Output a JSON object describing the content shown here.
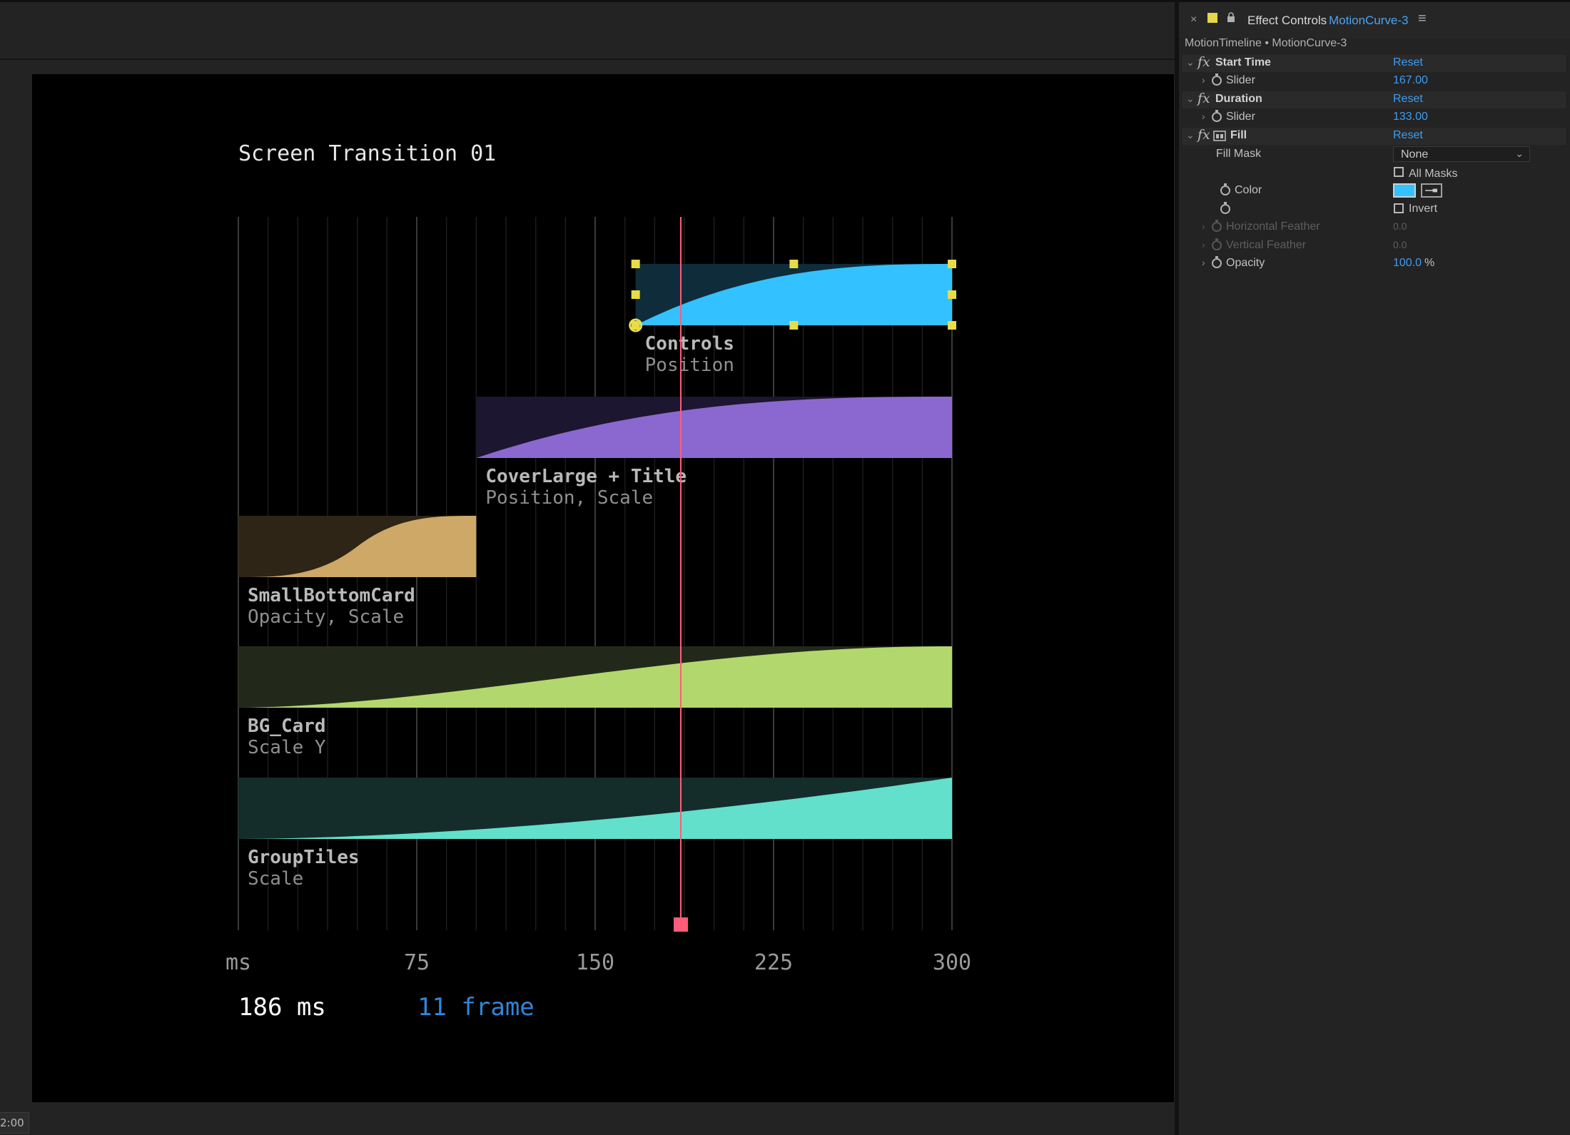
{
  "window": {
    "timecode": "2:00"
  },
  "panel": {
    "tab_close": "×",
    "tab_title": "Effect Controls",
    "tab_layer": "MotionCurve-3",
    "tab_menu": "≡",
    "breadcrumb": "MotionTimeline • MotionCurve-3",
    "effects": {
      "start_time": {
        "name": "Start Time",
        "reset": "Reset",
        "slider_label": "Slider",
        "slider_value": "167.00"
      },
      "duration": {
        "name": "Duration",
        "reset": "Reset",
        "slider_label": "Slider",
        "slider_value": "133.00"
      },
      "fill": {
        "name": "Fill",
        "reset": "Reset",
        "fill_mask_label": "Fill Mask",
        "fill_mask_value": "None",
        "all_masks_label": "All Masks",
        "color_label": "Color",
        "color_value": "#33c2ff",
        "invert_label": "Invert",
        "horizontal_feather_label": "Horizontal Feather",
        "horizontal_feather_value": "0.0",
        "vertical_feather_label": "Vertical Feather",
        "vertical_feather_value": "0.0",
        "opacity_label": "Opacity",
        "opacity_value": "100.0",
        "opacity_unit": "%"
      }
    }
  },
  "composition": {
    "title": "Screen Transition 01",
    "readout_ms": "186 ms",
    "readout_frame": "11 frame",
    "readout_frame_color": "#2f86d9",
    "playhead_color": "#ff5b7a",
    "axis_labels": [
      "ms",
      "75",
      "150",
      "225",
      "300"
    ]
  },
  "chart_data": {
    "type": "area",
    "x_unit": "ms",
    "xlim": [
      0,
      300
    ],
    "playhead_ms": 186,
    "tracks": [
      {
        "name": "Controls",
        "property": "Position",
        "start": 167,
        "end": 300,
        "color": "#33c2ff",
        "bg": "#0f2c3a",
        "selected": true
      },
      {
        "name": "CoverLarge + Title",
        "property": "Position, Scale",
        "start": 100,
        "end": 300,
        "color": "#8b68cf",
        "bg": "#1c1630",
        "selected": false
      },
      {
        "name": "SmallBottomCard",
        "property": "Opacity, Scale",
        "start": 0,
        "end": 100,
        "color": "#cda867",
        "bg": "#2e2516",
        "selected": false
      },
      {
        "name": "BG_Card",
        "property": "Scale Y",
        "start": 0,
        "end": 300,
        "color": "#b2d86d",
        "bg": "#23291a",
        "selected": false
      },
      {
        "name": "GroupTiles",
        "property": "Scale",
        "start": 0,
        "end": 300,
        "color": "#62e0cc",
        "bg": "#142d2a",
        "selected": false
      }
    ]
  }
}
